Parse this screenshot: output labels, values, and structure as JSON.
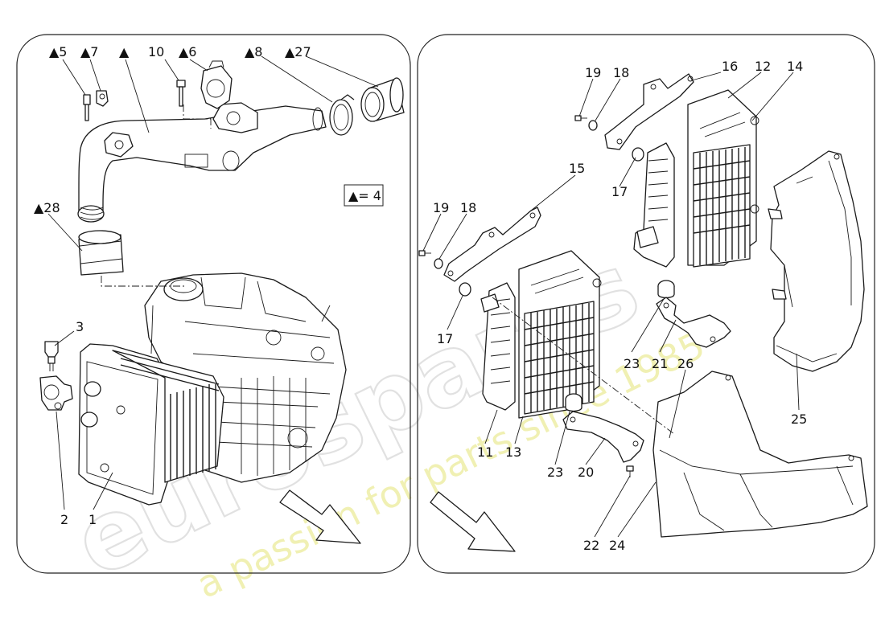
{
  "left_panel": {
    "callouts": [
      {
        "id": "c5",
        "text": "▲5"
      },
      {
        "id": "c7",
        "text": "▲7"
      },
      {
        "id": "cpipe",
        "text": "▲"
      },
      {
        "id": "c10",
        "text": "10"
      },
      {
        "id": "c6",
        "text": "▲6"
      },
      {
        "id": "c8",
        "text": "▲8"
      },
      {
        "id": "c27",
        "text": "▲27"
      },
      {
        "id": "c28",
        "text": "▲28"
      },
      {
        "id": "c3",
        "text": "3"
      },
      {
        "id": "c2",
        "text": "2"
      },
      {
        "id": "c1",
        "text": "1"
      }
    ],
    "legend": "▲= 4"
  },
  "right_panel": {
    "callouts": [
      {
        "id": "r19a",
        "text": "19"
      },
      {
        "id": "r18a",
        "text": "18"
      },
      {
        "id": "r16",
        "text": "16"
      },
      {
        "id": "r12",
        "text": "12"
      },
      {
        "id": "r14",
        "text": "14"
      },
      {
        "id": "r15",
        "text": "15"
      },
      {
        "id": "r17a",
        "text": "17"
      },
      {
        "id": "r19b",
        "text": "19"
      },
      {
        "id": "r18b",
        "text": "18"
      },
      {
        "id": "r17b",
        "text": "17"
      },
      {
        "id": "r23a",
        "text": "23"
      },
      {
        "id": "r21",
        "text": "21"
      },
      {
        "id": "r26",
        "text": "26"
      },
      {
        "id": "r25",
        "text": "25"
      },
      {
        "id": "r11",
        "text": "11"
      },
      {
        "id": "r13",
        "text": "13"
      },
      {
        "id": "r23b",
        "text": "23"
      },
      {
        "id": "r20",
        "text": "20"
      },
      {
        "id": "r22",
        "text": "22"
      },
      {
        "id": "r24",
        "text": "24"
      }
    ]
  },
  "watermark": {
    "logo_text": "eurospares",
    "tagline": "a passion for parts since 1985"
  }
}
